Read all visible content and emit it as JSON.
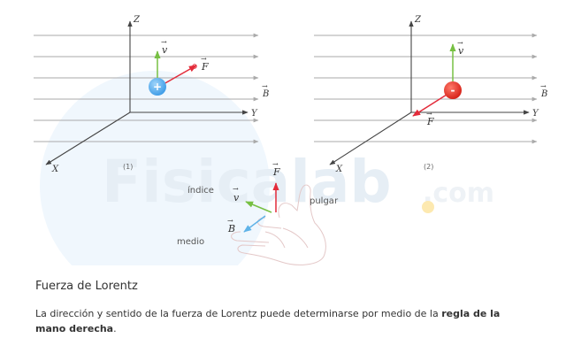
{
  "watermark": {
    "main": "Fisicalab",
    "suffix": ".com"
  },
  "panel1": {
    "axis_z": "Z",
    "axis_y": "Y",
    "axis_x": "X",
    "velocity": "v",
    "force": "F",
    "field": "B",
    "charge": "+",
    "label": "(1)"
  },
  "panel2": {
    "axis_z": "Z",
    "axis_y": "Y",
    "axis_x": "X",
    "velocity": "v",
    "force": "F",
    "field": "B",
    "charge": "-",
    "label": "(2)"
  },
  "hand": {
    "force": "F",
    "velocity": "v",
    "field": "B",
    "index_label": "índice",
    "thumb_label": "pulgar",
    "middle_label": "medio"
  },
  "caption": {
    "title": "Fuerza de Lorentz",
    "text_before": "La dirección y sentido de la fuerza de Lorentz puede determinarse por medio de la ",
    "text_bold": "regla de la mano derecha",
    "text_after": "."
  },
  "colors": {
    "field_lines": "#aaaaaa",
    "axes": "#444444",
    "velocity": "#77c043",
    "force": "#e32b3a",
    "field_vector": "#5fb3e8",
    "positive_charge": "#4aa8ee",
    "negative_charge": "#e52a20"
  }
}
